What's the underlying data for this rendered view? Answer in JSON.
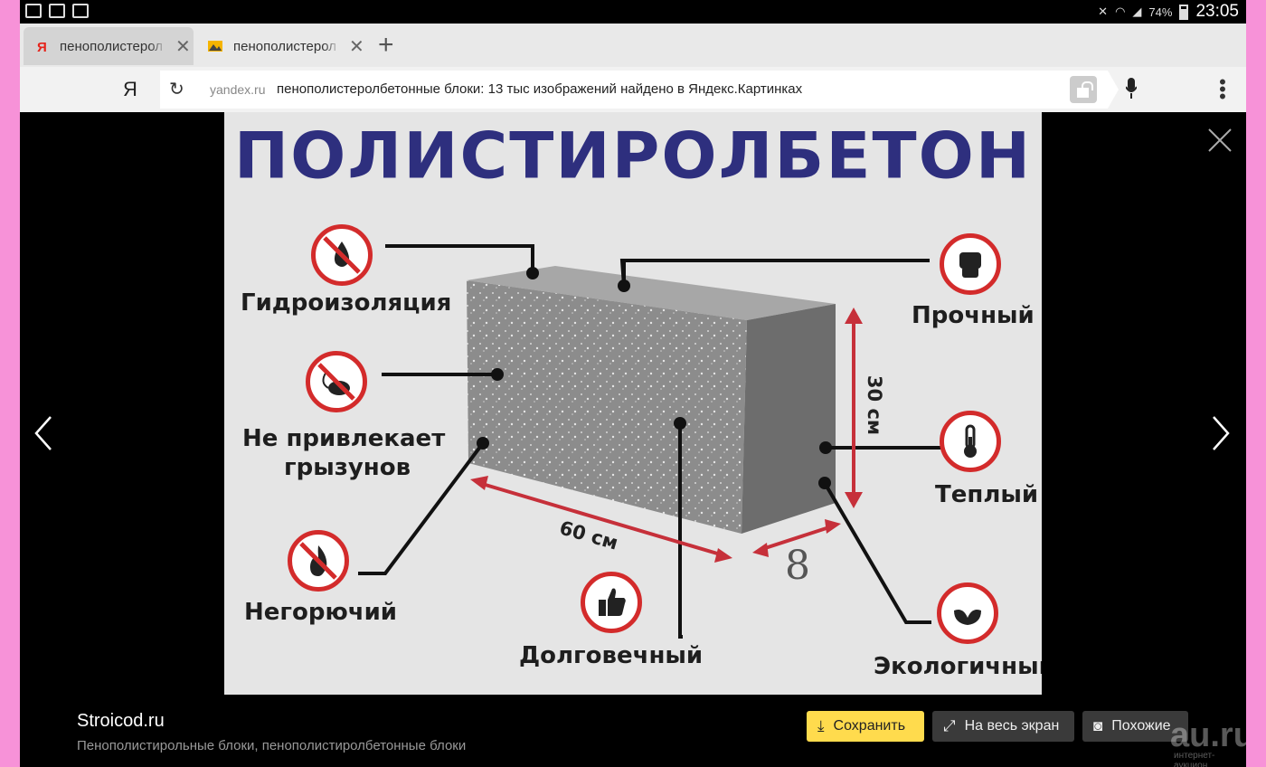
{
  "status_bar": {
    "battery": "74%",
    "time": "23:05"
  },
  "tabs": [
    {
      "title": "пенополистерол",
      "favicon": "yandex-icon",
      "active": true
    },
    {
      "title": "пенополистерол",
      "favicon": "image-icon",
      "active": false
    }
  ],
  "address_bar": {
    "home_label": "Я",
    "domain": "yandex.ru",
    "title": "пенополистеролбетонные блоки: 13 тыс изображений найдено в Яндекс.Картинках"
  },
  "image": {
    "title": "ПОЛИСТИРОЛБЕТОН",
    "features": {
      "waterproof": "Гидроизоляция",
      "rodents_line1": "Не привлекает",
      "rodents_line2": "грызунов",
      "nonflammable": "Негорючий",
      "durable": "Долговечный",
      "strong": "Прочный",
      "warm": "Теплый",
      "eco": "Экологичный"
    },
    "dimensions": {
      "length": "60 см",
      "height": "30 см",
      "width_handwritten": "8"
    },
    "colors": {
      "title": "#2e2f7e",
      "badge": "#d32b2b"
    }
  },
  "footer": {
    "site": "Stroicod.ru",
    "description": "Пенополистирольные блоки, пенополистиролбетонные блоки",
    "save_label": "Сохранить",
    "fullscreen_label": "На весь экран",
    "similar_label": "Похожие",
    "watermark": "au.ru",
    "watermark_sub": "интернет-аукцион"
  }
}
